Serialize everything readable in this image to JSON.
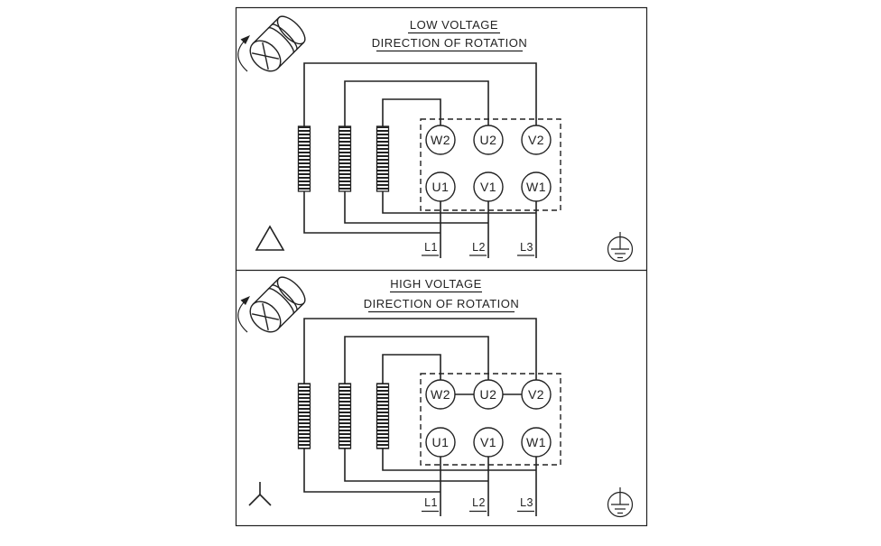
{
  "diagram": {
    "background": "#ffffff",
    "line_color": "#222222"
  },
  "panels": [
    {
      "id": "low-voltage",
      "title": "LOW VOLTAGE",
      "subtitle": "DIRECTION OF ROTATION",
      "connection": "delta",
      "terminals_top": [
        "W2",
        "U2",
        "V2"
      ],
      "terminals_bottom": [
        "U1",
        "V1",
        "W1"
      ],
      "leads": [
        "L1",
        "L2",
        "L3"
      ]
    },
    {
      "id": "high-voltage",
      "title": "HIGH VOLTAGE",
      "subtitle": "DIRECTION OF ROTATION",
      "connection": "wye",
      "terminals_top": [
        "W2",
        "U2",
        "V2"
      ],
      "terminals_bottom": [
        "U1",
        "V1",
        "W1"
      ],
      "leads": [
        "L1",
        "L2",
        "L3"
      ]
    }
  ]
}
